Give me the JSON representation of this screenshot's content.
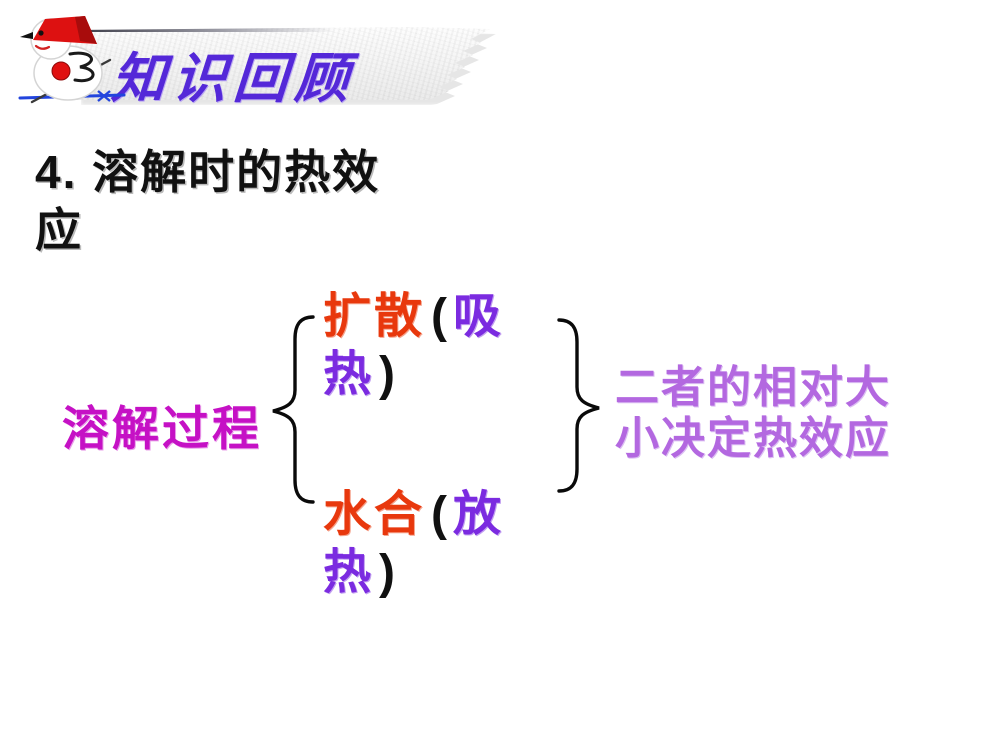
{
  "banner": {
    "title": "知识回顾"
  },
  "heading": {
    "line1": "4. 溶解时的热效",
    "line2": "应"
  },
  "diagram": {
    "process_label": "溶解过程",
    "branches": [
      {
        "term": "扩散",
        "paren_open": "(",
        "note_first": "吸",
        "note_second": "热",
        "paren_close": ")"
      },
      {
        "term": "水合",
        "paren_open": "(",
        "note_first": "放",
        "note_second": "热",
        "paren_close": ")"
      }
    ],
    "side_note_line1": "二者的相对大",
    "side_note_line2": "小决定热效应"
  },
  "icons": {
    "snowman": "snowman-skiing-icon",
    "brace_left": "left-curly-brace-icon",
    "brace_right": "right-curly-brace-icon"
  },
  "colors": {
    "banner_title": "#5428d8",
    "heading": "#111111",
    "process_label": "#c511c5",
    "branch_term_red": "#e8380d",
    "branch_note_purple": "#7b2be0",
    "paren_black": "#111111",
    "side_note_purple": "#b368e0",
    "hat_red": "#dd1111",
    "ski_blue": "#2244dd"
  }
}
